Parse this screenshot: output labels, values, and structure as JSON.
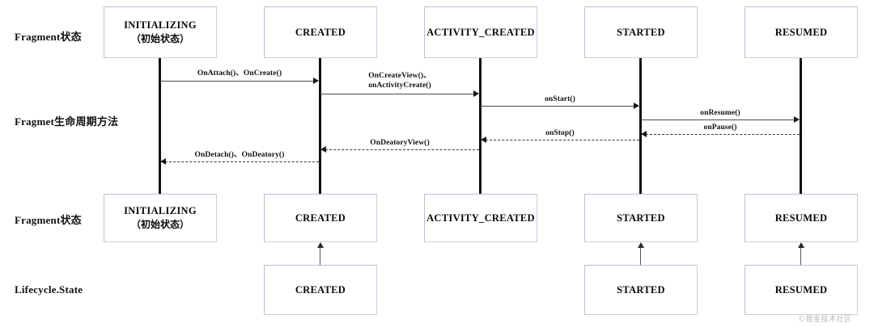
{
  "diagram": {
    "title": "Fragment Lifecycle Sequence Diagram",
    "watermark": "©掘金技术社区",
    "row_labels": {
      "fragment_state_top": "Fragment状态",
      "lifecycle_methods": "Fragmet生命周期方法",
      "fragment_state_bottom": "Fragment状态",
      "lifecycle_state": "Lifecycle.State"
    },
    "states_top": [
      {
        "name": "INITIALIZING",
        "sub": "（初始状态）"
      },
      {
        "name": "CREATED",
        "sub": ""
      },
      {
        "name": "ACTIVITY_CREATED",
        "sub": ""
      },
      {
        "name": "STARTED",
        "sub": ""
      },
      {
        "name": "RESUMED",
        "sub": ""
      }
    ],
    "states_bottom": [
      {
        "name": "INITIALIZING",
        "sub": "（初始状态）"
      },
      {
        "name": "CREATED",
        "sub": ""
      },
      {
        "name": "ACTIVITY_CREATED",
        "sub": ""
      },
      {
        "name": "STARTED",
        "sub": ""
      },
      {
        "name": "RESUMED",
        "sub": ""
      }
    ],
    "lifecycle_states": [
      {
        "name": "CREATED"
      },
      {
        "name": "STARTED"
      },
      {
        "name": "RESUMED"
      }
    ],
    "messages": [
      {
        "id": "m1",
        "label_line1": "OnAttach()、OnCreate()",
        "label_line2": "",
        "direction": "right",
        "style": "solid",
        "from": "INITIALIZING",
        "to": "CREATED"
      },
      {
        "id": "m2",
        "label_line1": "OnCreateView()、",
        "label_line2": "onActivityCreate()",
        "direction": "right",
        "style": "solid",
        "from": "CREATED",
        "to": "ACTIVITY_CREATED"
      },
      {
        "id": "m3",
        "label_line1": "onStart()",
        "label_line2": "",
        "direction": "right",
        "style": "solid",
        "from": "ACTIVITY_CREATED",
        "to": "STARTED"
      },
      {
        "id": "m4",
        "label_line1": "onResume()",
        "label_line2": "",
        "direction": "right",
        "style": "solid",
        "from": "STARTED",
        "to": "RESUMED"
      },
      {
        "id": "m5",
        "label_line1": "onPause()",
        "label_line2": "",
        "direction": "left",
        "style": "dashed",
        "from": "RESUMED",
        "to": "STARTED"
      },
      {
        "id": "m6",
        "label_line1": "onStop()",
        "label_line2": "",
        "direction": "left",
        "style": "dashed",
        "from": "STARTED",
        "to": "ACTIVITY_CREATED"
      },
      {
        "id": "m7",
        "label_line1": "OnDeatoryView()",
        "label_line2": "",
        "direction": "left",
        "style": "dashed",
        "from": "ACTIVITY_CREATED",
        "to": "CREATED"
      },
      {
        "id": "m8",
        "label_line1": "OnDetach()、OnDeatory()",
        "label_line2": "",
        "direction": "left",
        "style": "dashed",
        "from": "CREATED",
        "to": "INITIALIZING"
      }
    ],
    "colors": {
      "box_border": "#c8cede",
      "lifeline": "#111111",
      "message_line": "#4a4a4a",
      "text": "#111111",
      "watermark": "#b9b9b9"
    }
  }
}
